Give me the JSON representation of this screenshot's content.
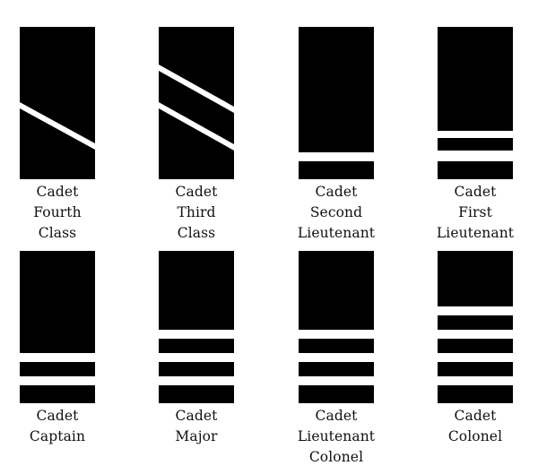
{
  "colors": {
    "insignia": "#000000",
    "stripe": "#ffffff",
    "text": "#111111"
  },
  "ranks": [
    {
      "id": "cadet-fourth-class",
      "label_lines": [
        "Cadet",
        "Fourth",
        "Class"
      ],
      "insignia": {
        "style": "diagonal-stripes",
        "stripe_count": 1
      }
    },
    {
      "id": "cadet-third-class",
      "label_lines": [
        "Cadet",
        "Third",
        "Class"
      ],
      "insignia": {
        "style": "diagonal-stripes",
        "stripe_count": 2
      }
    },
    {
      "id": "cadet-second-lieutenant",
      "label_lines": [
        "Cadet",
        "Second",
        "Lieutenant"
      ],
      "insignia": {
        "style": "horizontal-bars",
        "bar_count": 1
      }
    },
    {
      "id": "cadet-first-lieutenant",
      "label_lines": [
        "Cadet",
        "First",
        "Lieutenant"
      ],
      "insignia": {
        "style": "horizontal-bars",
        "bar_count": 2
      }
    },
    {
      "id": "cadet-captain",
      "label_lines": [
        "Cadet",
        "Captain"
      ],
      "insignia": {
        "style": "horizontal-bars",
        "bar_count": 2
      }
    },
    {
      "id": "cadet-major",
      "label_lines": [
        "Cadet",
        "Major"
      ],
      "insignia": {
        "style": "horizontal-bars",
        "bar_count": 3
      }
    },
    {
      "id": "cadet-lieutenant-colonel",
      "label_lines": [
        "Cadet",
        "Lieutenant",
        "Colonel"
      ],
      "insignia": {
        "style": "horizontal-bars",
        "bar_count": 3
      }
    },
    {
      "id": "cadet-colonel",
      "label_lines": [
        "Cadet",
        "Colonel"
      ],
      "insignia": {
        "style": "horizontal-bars",
        "bar_count": 4
      }
    }
  ]
}
